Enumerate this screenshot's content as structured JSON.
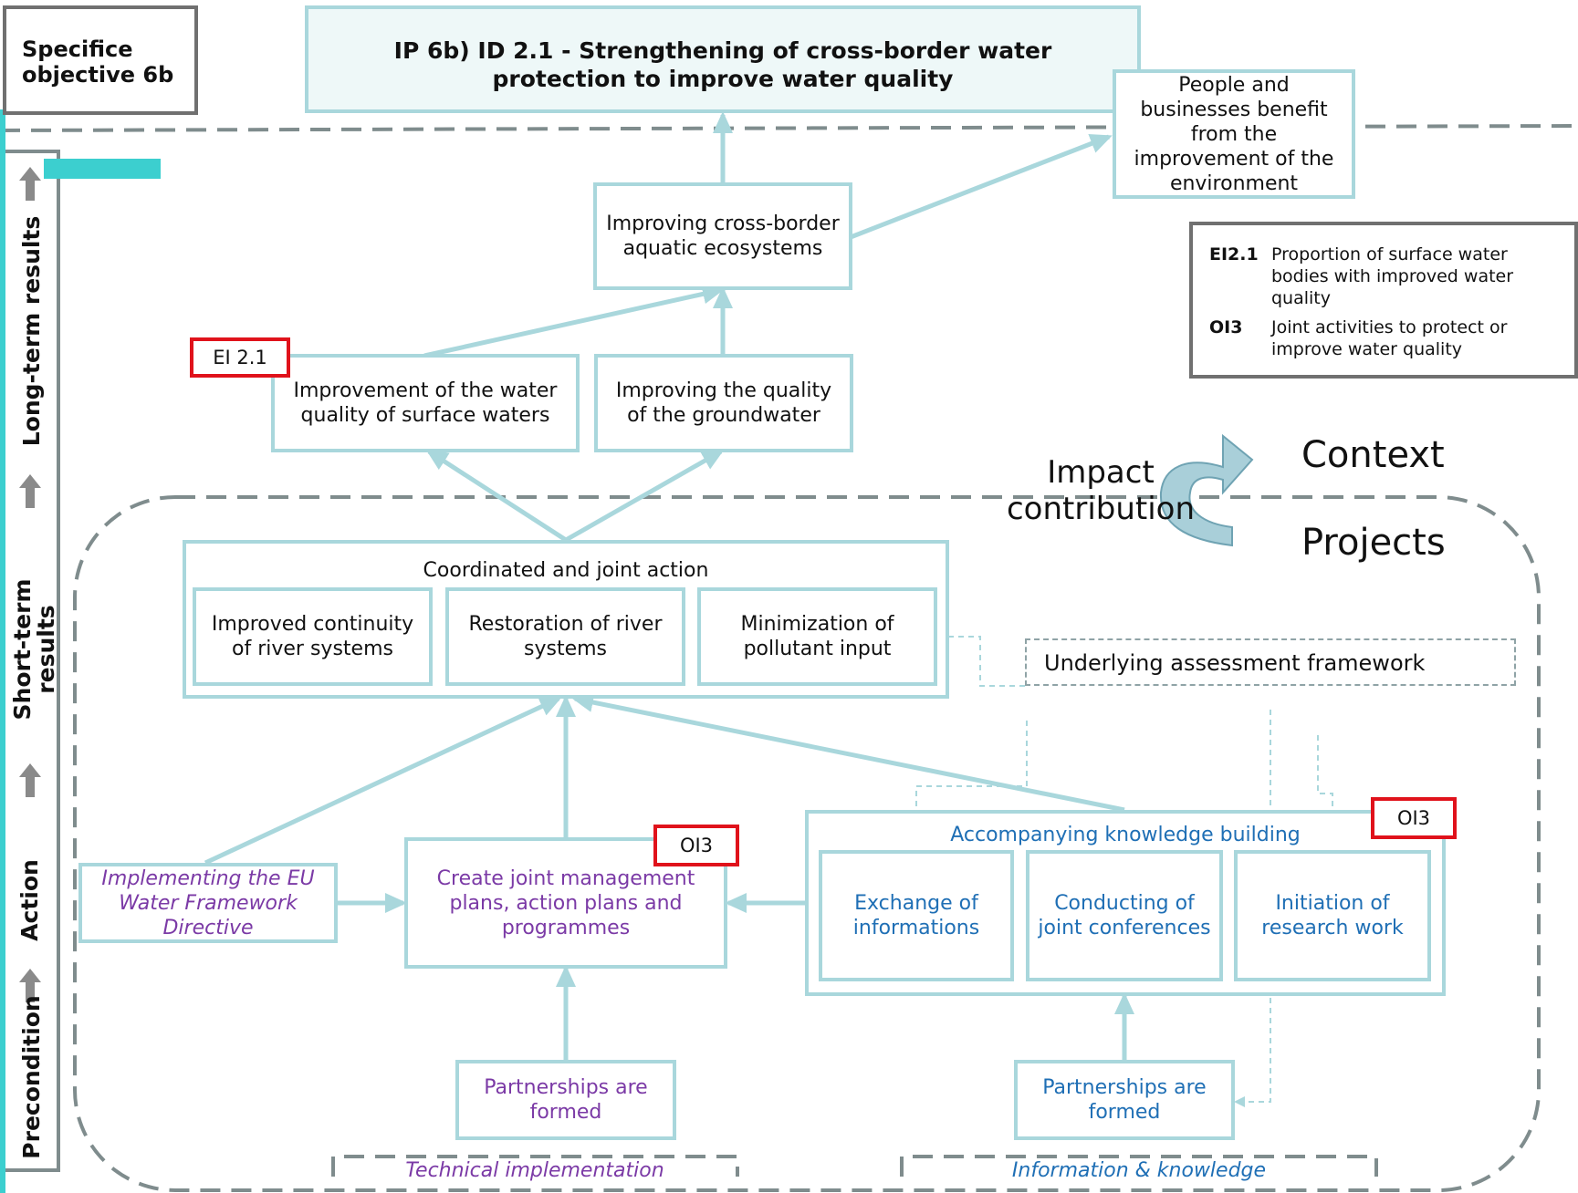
{
  "header": {
    "objective": "Specifice objective 6b",
    "title_line1": "IP 6b) ID 2.1 - Strengthening of cross-border water",
    "title_line2": "protection to improve water quality"
  },
  "levels": {
    "long_term": "Long-term results",
    "short_term_1": "Short-term",
    "short_term_2": "results",
    "action": "Action",
    "precondition": "Precondition"
  },
  "results": {
    "people": "People and businesses benefit from the improvement of the environment",
    "ecosystems": "Improving cross-border aquatic ecosystems",
    "surface": "Improvement of the water quality of surface waters",
    "groundwater": "Improving the quality of the groundwater"
  },
  "tags": {
    "ei": "EI 2.1",
    "oi_create": "OI3",
    "oi_knowledge": "OI3"
  },
  "legend": [
    {
      "code": "EI2.1",
      "text": "Proportion of surface water bodies with improved water quality"
    },
    {
      "code": "OI3",
      "text": "Joint activities to protect or improve water quality"
    }
  ],
  "impact": {
    "label_1": "Impact",
    "label_2": "contribution",
    "context": "Context",
    "projects": "Projects"
  },
  "coordinated": {
    "title": "Coordinated and joint action",
    "items": [
      "Improved continuity of river systems",
      "Restoration of river systems",
      "Minimization of pollutant input"
    ]
  },
  "assessment": "Underlying assessment framework",
  "actions": {
    "eu": "Implementing the EU Water Framework Directive",
    "create": "Create joint management plans, action plans and programmes",
    "knowledge_title": "Accompanying knowledge building",
    "knowledge_items": [
      "Exchange of informations",
      "Conducting of joint conferences",
      "Initiation of research work"
    ]
  },
  "preconditions": {
    "left": "Partnerships are formed",
    "right": "Partnerships are formed"
  },
  "tracks": {
    "technical": "Technical implementation",
    "information": "Information & knowledge"
  },
  "colors": {
    "box_border": "#a9d7dc",
    "arrow": "#a9d7dc",
    "accent_teal": "#3ccfcf",
    "tag_red": "#e0121b",
    "purple_text": "#7b3aa6",
    "blue_text": "#1f6fb5",
    "dashed_gray": "#7f8c8d"
  }
}
